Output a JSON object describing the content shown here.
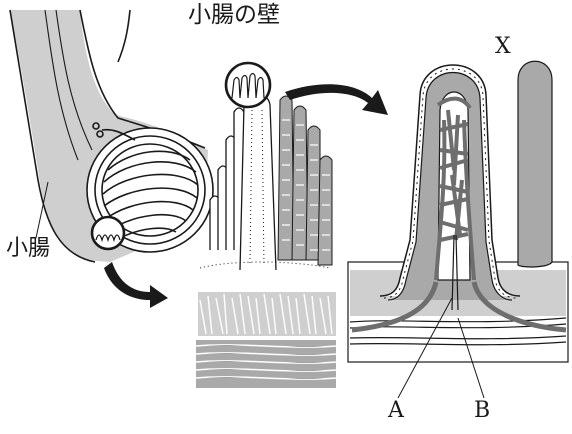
{
  "figure": {
    "title": "小腸の壁",
    "labels": {
      "small_intestine": "小腸",
      "x": "X",
      "a": "A",
      "b": "B"
    }
  },
  "colors": {
    "ink": "#1a1a1a",
    "gray_fill": "#a9a9a9",
    "light_gray": "#cfcfcf",
    "dark_gray": "#6e6e6e",
    "background": "#ffffff"
  },
  "icons": {
    "arrow_1": "curved-arrow-icon",
    "arrow_2": "curved-arrow-icon"
  }
}
